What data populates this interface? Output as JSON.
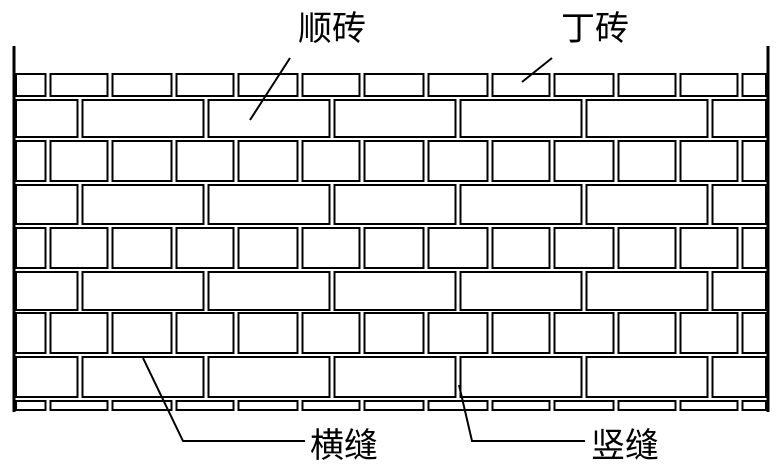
{
  "labels": {
    "stretcher": "顺砖",
    "header": "丁砖",
    "bed_joint": "横缝",
    "head_joint": "竖缝"
  },
  "courses": [
    "header",
    "stretcher",
    "header",
    "stretcher",
    "header",
    "stretcher",
    "header",
    "stretcher",
    "header"
  ],
  "colors": {
    "stroke": "#000000",
    "brick": "#ffffff"
  }
}
